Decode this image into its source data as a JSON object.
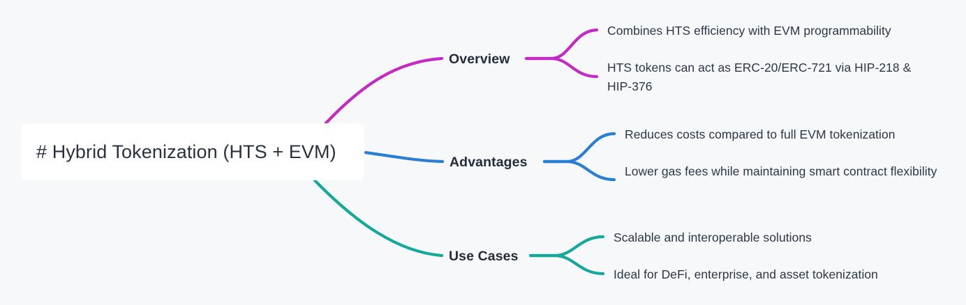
{
  "diagram": {
    "type": "mindmap",
    "background_color": "#f7f8fa",
    "root": {
      "label": "# Hybrid Tokenization (HTS + EVM)",
      "shape": "rounded-rectangle",
      "fill": "#ffffff",
      "text_color": "#293241"
    },
    "branches": [
      {
        "label": "Overview",
        "color": "#c42bc4",
        "children": [
          {
            "label": "Combines HTS efficiency with EVM programmability"
          },
          {
            "label": "HTS tokens can act as ERC-20/ERC-721 via HIP-218 & HIP-376"
          }
        ]
      },
      {
        "label": "Advantages",
        "color": "#2a7fd4",
        "children": [
          {
            "label": "Reduces costs compared to full EVM tokenization"
          },
          {
            "label": "Lower gas fees while maintaining smart contract flexibility"
          }
        ]
      },
      {
        "label": "Use Cases",
        "color": "#16a89a",
        "children": [
          {
            "label": "Scalable and interoperable solutions"
          },
          {
            "label": "Ideal for DeFi, enterprise, and asset tokenization"
          }
        ]
      }
    ]
  }
}
